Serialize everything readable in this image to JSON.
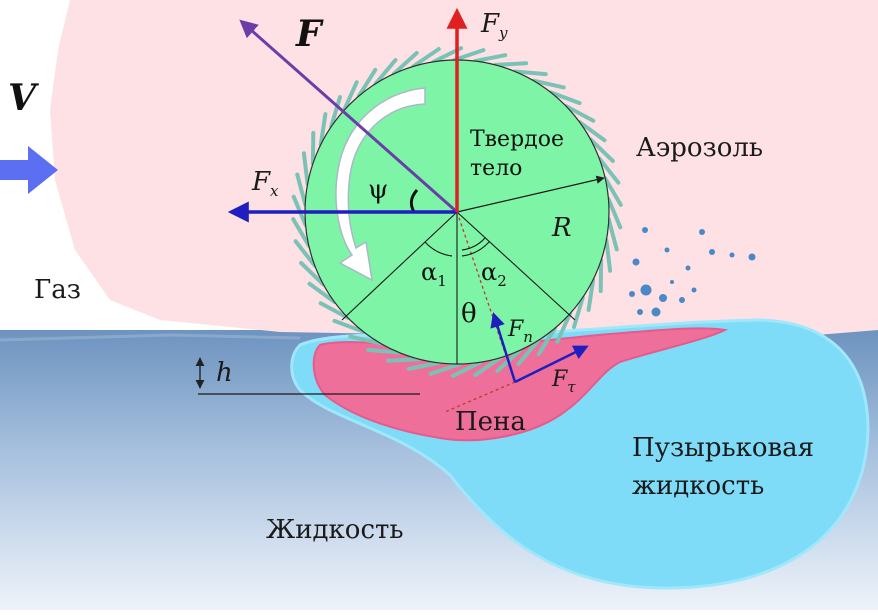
{
  "labels": {
    "velocity": "V",
    "gas": "Газ",
    "aerosol": "Аэрозоль",
    "solid_body_line1": "Твердое",
    "solid_body_line2": "тело",
    "radius": "R",
    "foam": "Пена",
    "bubbly_liquid_line1": "Пузырьковая",
    "bubbly_liquid_line2": "жидкость",
    "liquid": "Жидкость",
    "depth": "h"
  },
  "forces": {
    "F": "F",
    "Fx_base": "F",
    "Fx_sub": "x",
    "Fy_base": "F",
    "Fy_sub": "y",
    "Fn_base": "F",
    "Fn_sub": "n",
    "Ftau_base": "F",
    "Ftau_sub": "τ"
  },
  "angles": {
    "psi": "ψ",
    "alpha1_base": "α",
    "alpha1_sub": "1",
    "alpha2_base": "α",
    "alpha2_sub": "2",
    "theta": "θ"
  },
  "colors": {
    "aerosol_region": "#fde1e4",
    "liquid_top": "#6e95c0",
    "liquid_bottom": "#e7eef7",
    "bubbly_liquid": "#7fdcf8",
    "foam": "#ef6f9b",
    "solid_body": "#7ef5a6",
    "bristles": "#7bc2b6",
    "force_F": "#6a3ea8",
    "force_blue": "#1f1fc0",
    "force_red": "#e02020",
    "velocity_arrow": "#5c6ff2",
    "bubbles": "#4a88c8"
  }
}
